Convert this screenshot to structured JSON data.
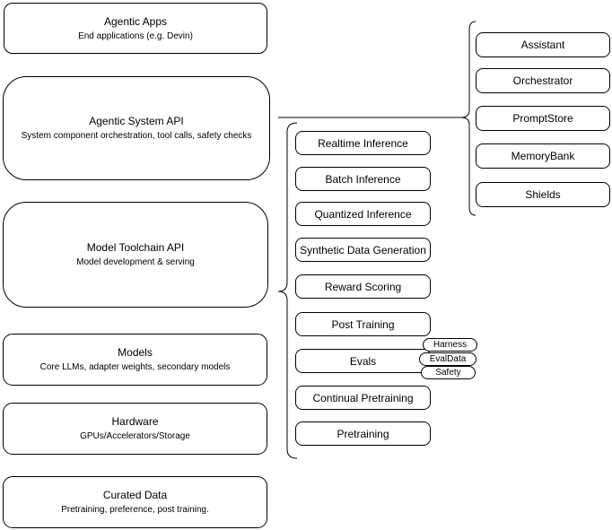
{
  "canvas": {
    "background": "#ffffff",
    "stroke_color": "#000000",
    "text_color": "#000000"
  },
  "left_stack": [
    {
      "title": "Agentic Apps",
      "subtitle": "End applications (e.g. Devin)"
    },
    {
      "title": "Agentic System API",
      "subtitle": "System component orchestration, tool calls, safety checks"
    },
    {
      "title": "Model Toolchain API",
      "subtitle": "Model development & serving"
    },
    {
      "title": "Models",
      "subtitle": "Core LLMs, adapter weights, secondary models"
    },
    {
      "title": "Hardware",
      "subtitle": "GPUs/Accelerators/Storage"
    },
    {
      "title": "Curated Data",
      "subtitle": "Pretraining, preference, post training."
    }
  ],
  "toolchain_group": {
    "items": [
      "Realtime Inference",
      "Batch Inference",
      "Quantized Inference",
      "Synthetic Data Generation",
      "Reward Scoring",
      "Post Training",
      "Evals",
      "Continual Pretraining",
      "Pretraining"
    ]
  },
  "evals_tags": [
    "Harness",
    "EvalData",
    "Safety"
  ],
  "system_group": {
    "items": [
      "Assistant",
      "Orchestrator",
      "PromptStore",
      "MemoryBank",
      "Shields"
    ]
  }
}
